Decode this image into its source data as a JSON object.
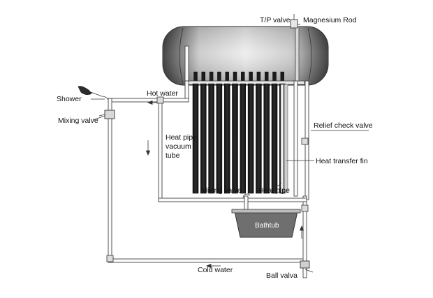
{
  "labels": {
    "tp_valve": "T/P valve",
    "magnesium_rod": "Magnesium Rod",
    "shower": "Shower",
    "hot_water": "Hot water",
    "mixing_valve_left": "Mixing valve",
    "heat_pipe_vacuum_tube_line1": "Heat pipe",
    "heat_pipe_vacuum_tube_line2": "vacuum",
    "heat_pipe_vacuum_tube_line3": "tube",
    "relief_check_valve": "Relief check valve",
    "heat_transfer_fin": "Heat transfer fin",
    "mixing_valve_center": "Mixing valve",
    "heat_pipe": "Heat pipe",
    "bathtub": "Bathtub",
    "cold_water": "Cold water",
    "ball_valve": "Ball valva"
  },
  "colors": {
    "tank_dark": "#3a3a3a",
    "tank_light": "#e0e0e0",
    "tube_dark": "#1e1e1e",
    "bathtub": "#6f6f6f"
  },
  "tube_count": 12
}
